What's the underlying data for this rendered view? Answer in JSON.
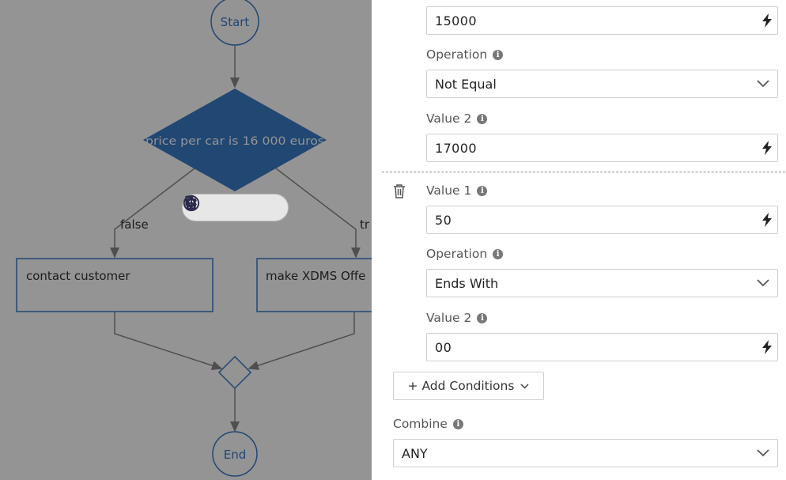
{
  "flow": {
    "start_label": "Start",
    "decision_label": "price per car is 16 000 euros",
    "false_label": "false",
    "true_label": "tr",
    "box_left_label": "contact customer",
    "box_right_label": "make XDMS Offe",
    "end_label": "End",
    "node_color": "#3a7ac6",
    "line_color": "#888888"
  },
  "panel": {
    "cond1": {
      "value1": "15000",
      "operation_label": "Operation",
      "operation_value": "Not Equal",
      "value2_label": "Value 2",
      "value2": "17000"
    },
    "cond2": {
      "value1_label": "Value 1",
      "value1": "50",
      "operation_label": "Operation",
      "operation_value": "Ends With",
      "value2_label": "Value 2",
      "value2": "00"
    },
    "add_conditions_label": "+ Add Conditions",
    "combine_label": "Combine",
    "combine_value": "ANY"
  }
}
